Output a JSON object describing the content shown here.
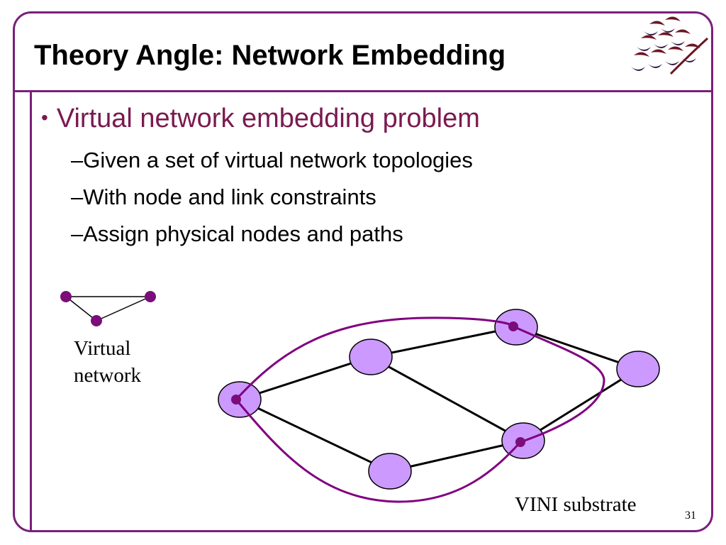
{
  "slide": {
    "title": "Theory Angle: Network Embedding",
    "bullet": "Virtual network embedding problem",
    "bullet_marker": "•",
    "sub_marker": "–",
    "sub_bullets": [
      "Given a set of virtual network topologies",
      "With node and link constraints",
      "Assign physical nodes and paths"
    ],
    "page_number": "31"
  },
  "diagram": {
    "virtual_label_line1": "Virtual",
    "virtual_label_line2": "network",
    "substrate_label": "VINI substrate",
    "colors": {
      "accent": "#7a1f7a",
      "title_bullet": "#7a1a4f",
      "node_fill": "#cc99ff",
      "virtual_node": "#7a0d7a",
      "link": "#000000",
      "path": "#800080"
    }
  },
  "logo": {
    "icon": "princeton-logo"
  }
}
